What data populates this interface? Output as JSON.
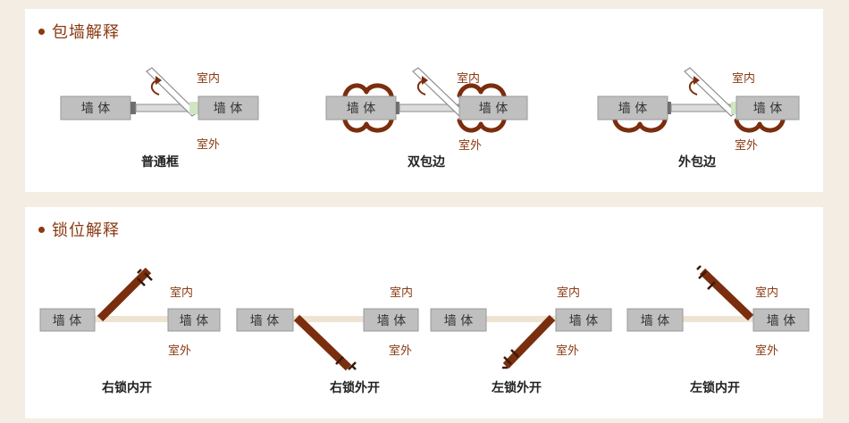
{
  "section1": {
    "title": "包墙解释",
    "items": [
      {
        "caption": "普通框",
        "inner": "室内",
        "outer": "室外",
        "wall": "墙 体"
      },
      {
        "caption": "双包边",
        "inner": "室内",
        "outer": "室外",
        "wall": "墙 体"
      },
      {
        "caption": "外包边",
        "inner": "室内",
        "outer": "室外",
        "wall": "墙 体"
      }
    ]
  },
  "section2": {
    "title": "锁位解释",
    "items": [
      {
        "caption": "右锁内开",
        "inner": "室内",
        "outer": "室外",
        "wall": "墙 体"
      },
      {
        "caption": "右锁外开",
        "inner": "室内",
        "outer": "室外",
        "wall": "墙 体"
      },
      {
        "caption": "左锁外开",
        "inner": "室内",
        "outer": "室外",
        "wall": "墙 体"
      },
      {
        "caption": "左锁内开",
        "inner": "室内",
        "outer": "室外",
        "wall": "墙 体"
      }
    ]
  },
  "colors": {
    "accent": "#8a3a12",
    "door": "#7a2e0e",
    "wall": "#bfbfbf",
    "background": "#f3ede4"
  }
}
